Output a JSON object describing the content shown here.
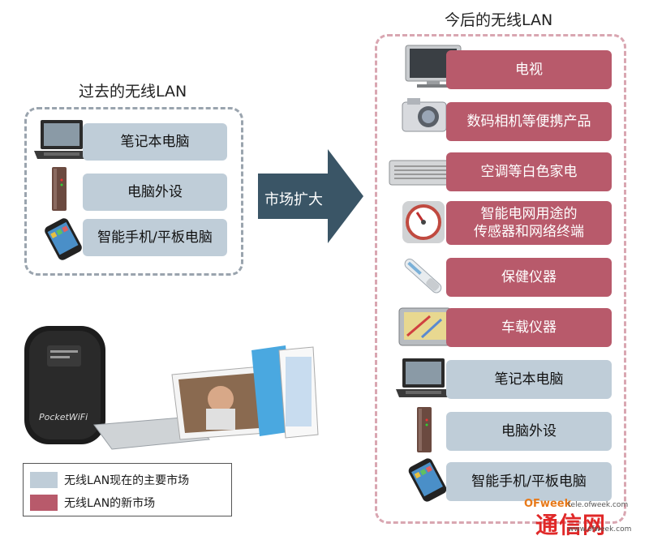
{
  "past": {
    "title": "过去的无线LAN",
    "items": [
      {
        "label": "笔记本电脑"
      },
      {
        "label": "电脑外设"
      },
      {
        "label": "智能手机/平板电脑"
      }
    ]
  },
  "arrow": {
    "label": "市场扩大"
  },
  "future": {
    "title": "今后的无线LAN",
    "items": [
      {
        "label": "电视",
        "kind": "new"
      },
      {
        "label": "数码相机等便携产品",
        "kind": "new"
      },
      {
        "label": "空调等白色家电",
        "kind": "new"
      },
      {
        "label": "智能电网用途的\n传感器和网络终端",
        "kind": "new"
      },
      {
        "label": "保健仪器",
        "kind": "new"
      },
      {
        "label": "车载仪器",
        "kind": "new"
      },
      {
        "label": "笔记本电脑",
        "kind": "current"
      },
      {
        "label": "电脑外设",
        "kind": "current"
      },
      {
        "label": "智能手机/平板电脑",
        "kind": "current"
      }
    ]
  },
  "legend": {
    "current": "无线LAN现在的主要市场",
    "new": "无线LAN的新市场"
  },
  "photo": {
    "router_brand": "PocketWiFi"
  },
  "watermark": {
    "brand": "OFweek",
    "url": "tele.ofweek.com",
    "text": "通信网",
    "url2": "www.ofweek.com"
  },
  "colors": {
    "current": "#bfcdd8",
    "new": "#b85a6b",
    "arrow": "#3a5566"
  }
}
